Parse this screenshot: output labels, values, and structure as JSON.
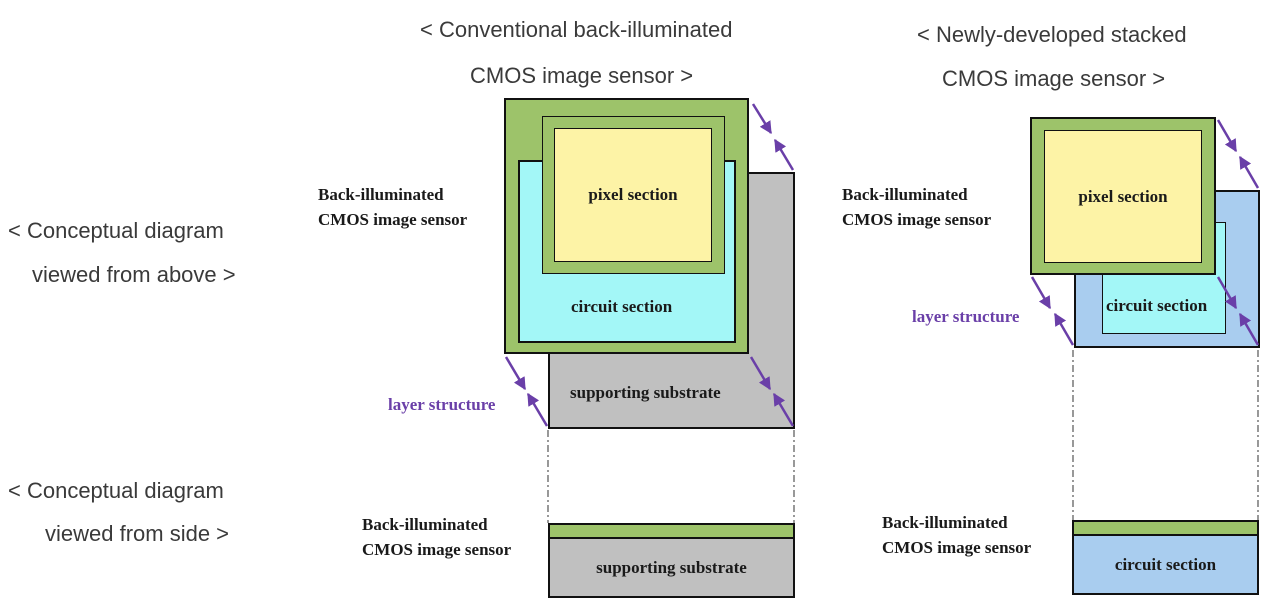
{
  "header": {
    "conventional_line1": "< Conventional back-illuminated",
    "conventional_line2": "CMOS image sensor >",
    "stacked_line1": "< Newly-developed stacked",
    "stacked_line2": "CMOS image sensor >"
  },
  "rows": {
    "above_line1": "< Conceptual diagram",
    "above_line2": "viewed from above >",
    "side_line1": "< Conceptual diagram",
    "side_line2": "viewed from side >"
  },
  "labels": {
    "bi_line1": "Back-illuminated",
    "bi_line2": "CMOS image sensor",
    "pixel_section": "pixel section",
    "circuit_section": "circuit section",
    "supporting_substrate": "supporting substrate",
    "layer_structure": "layer structure"
  },
  "colors": {
    "green": "#9dc36a",
    "yellow": "#fdf3a6",
    "cyan": "#a3f7f7",
    "gray": "#c0c0c0",
    "blue": "#a9cdef",
    "arrow": "#6a3fa8"
  }
}
